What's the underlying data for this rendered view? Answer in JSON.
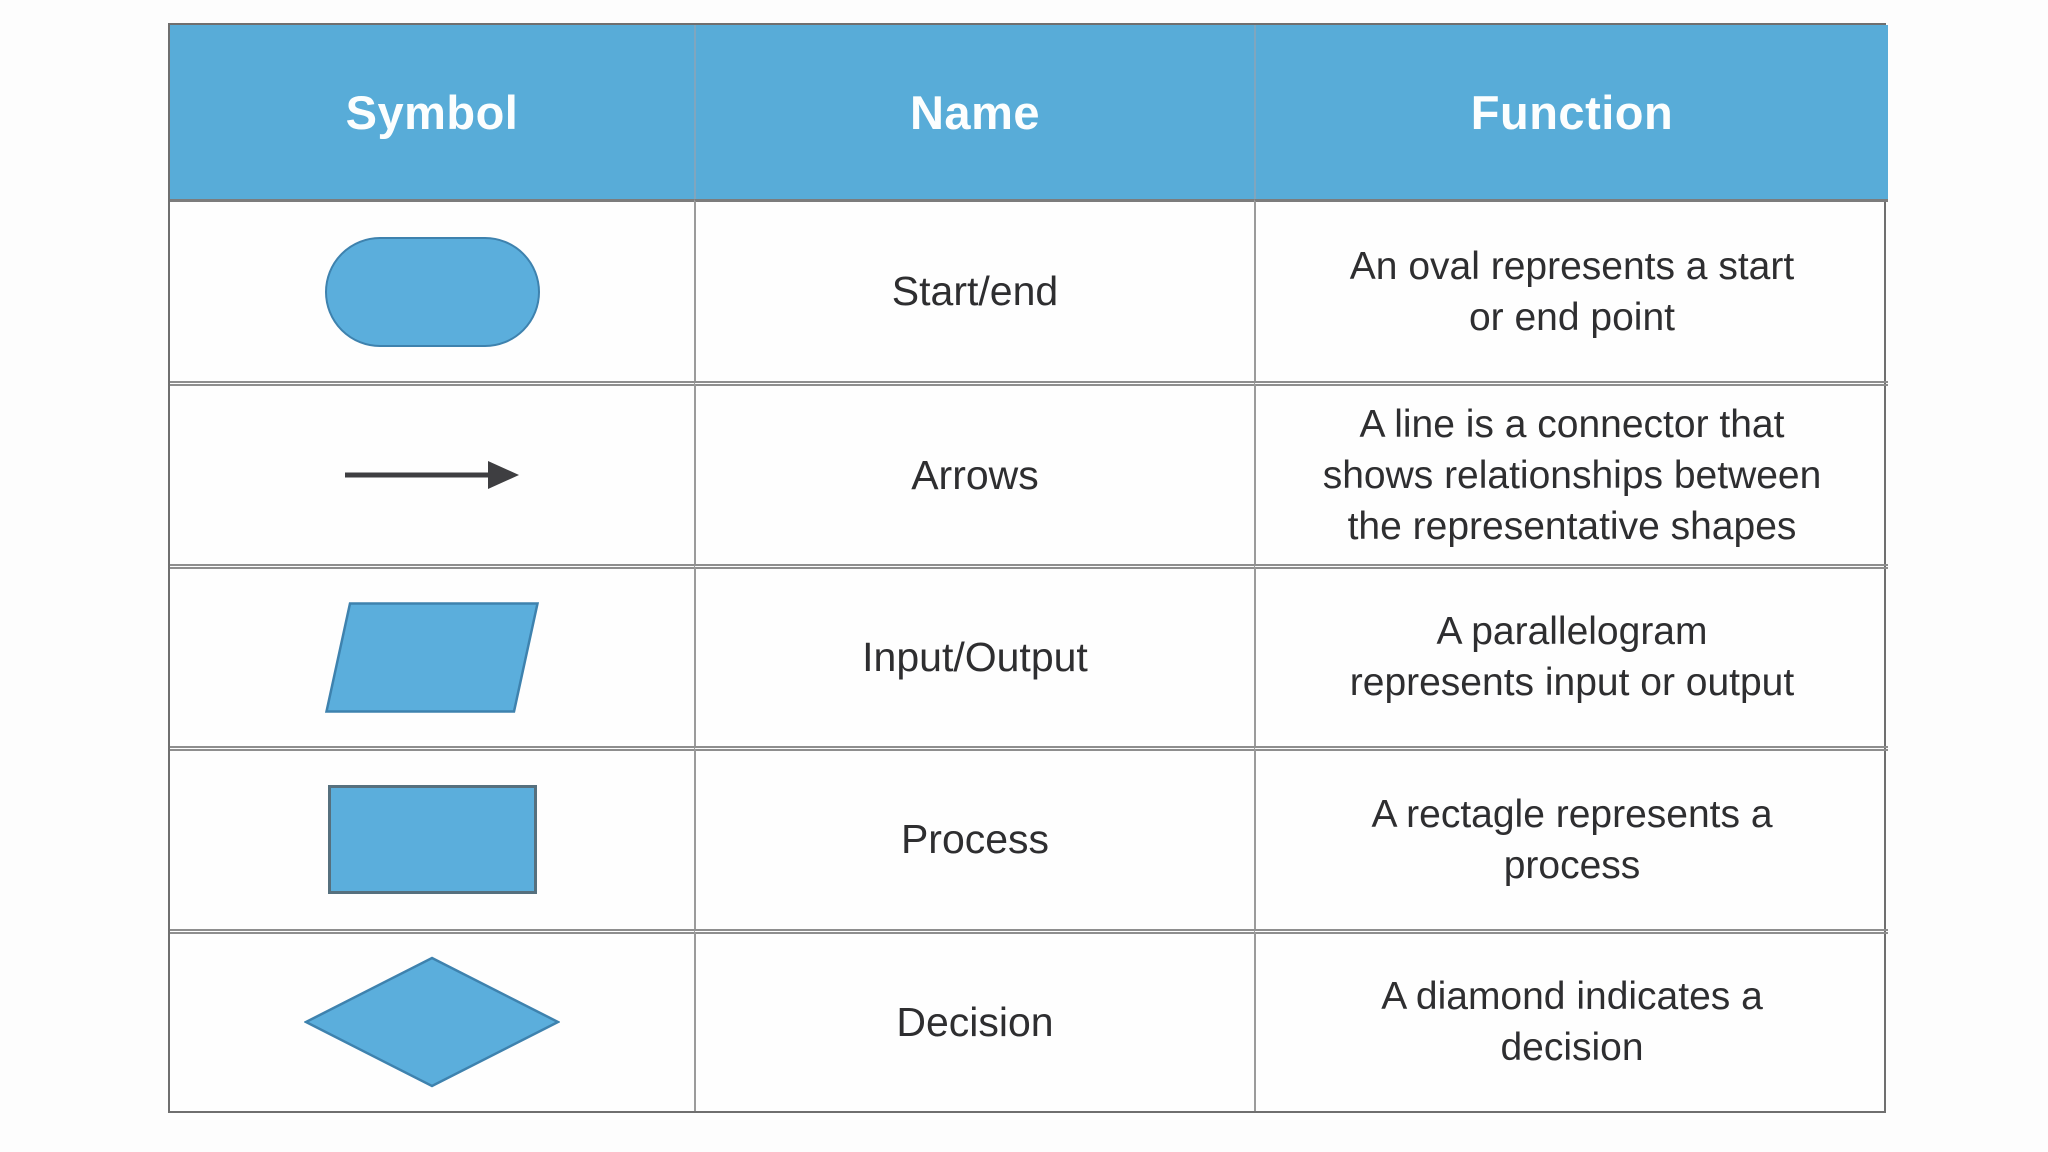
{
  "table": {
    "columns": [
      "Symbol",
      "Name",
      "Function"
    ],
    "rows": [
      {
        "symbol": "oval",
        "name": "Start/end",
        "function": "An oval represents a start\nor end point"
      },
      {
        "symbol": "arrow",
        "name": "Arrows",
        "function": "A line is a connector that\nshows relationships between\nthe representative shapes"
      },
      {
        "symbol": "parallelogram",
        "name": "Input/Output",
        "function": "A parallelogram\nrepresents input or output"
      },
      {
        "symbol": "rectangle",
        "name": "Process",
        "function": "A rectagle represents a\nprocess"
      },
      {
        "symbol": "diamond",
        "name": "Decision",
        "function": "A diamond indicates a\ndecision"
      }
    ]
  },
  "colors": {
    "header_bg": "#58ACD8",
    "header_text": "#FCFEFE",
    "shape_fill": "#5BAEDC",
    "shape_stroke": "#3E82AE",
    "rect_stroke": "#56707E",
    "arrow_color": "#3E3E41",
    "text_color": "#2E2E30",
    "grid_line": "#8E8E8E",
    "outer_border": "#6F6F6F",
    "page_bg": "#FDFDFD"
  }
}
